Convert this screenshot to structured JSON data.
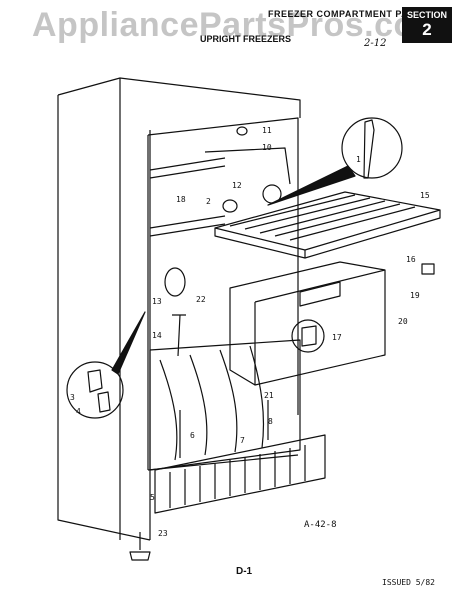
{
  "watermark": "AppliancePartsPros.com",
  "header": {
    "title": "FREEZER COMPARTMENT PARTS",
    "subtitle": "UPRIGHT FREEZERS",
    "section_label": "SECTION",
    "section_number": "2",
    "handwritten_note": "2-12"
  },
  "callouts": [
    "1",
    "2",
    "3",
    "4",
    "5",
    "6",
    "7",
    "8",
    "10",
    "11",
    "12",
    "13",
    "14",
    "15",
    "16",
    "17",
    "18",
    "19",
    "20",
    "21",
    "22",
    "23"
  ],
  "footer": {
    "drawing_number": "A-42-8",
    "page_number": "D-1",
    "issued": "ISSUED 5/82"
  }
}
